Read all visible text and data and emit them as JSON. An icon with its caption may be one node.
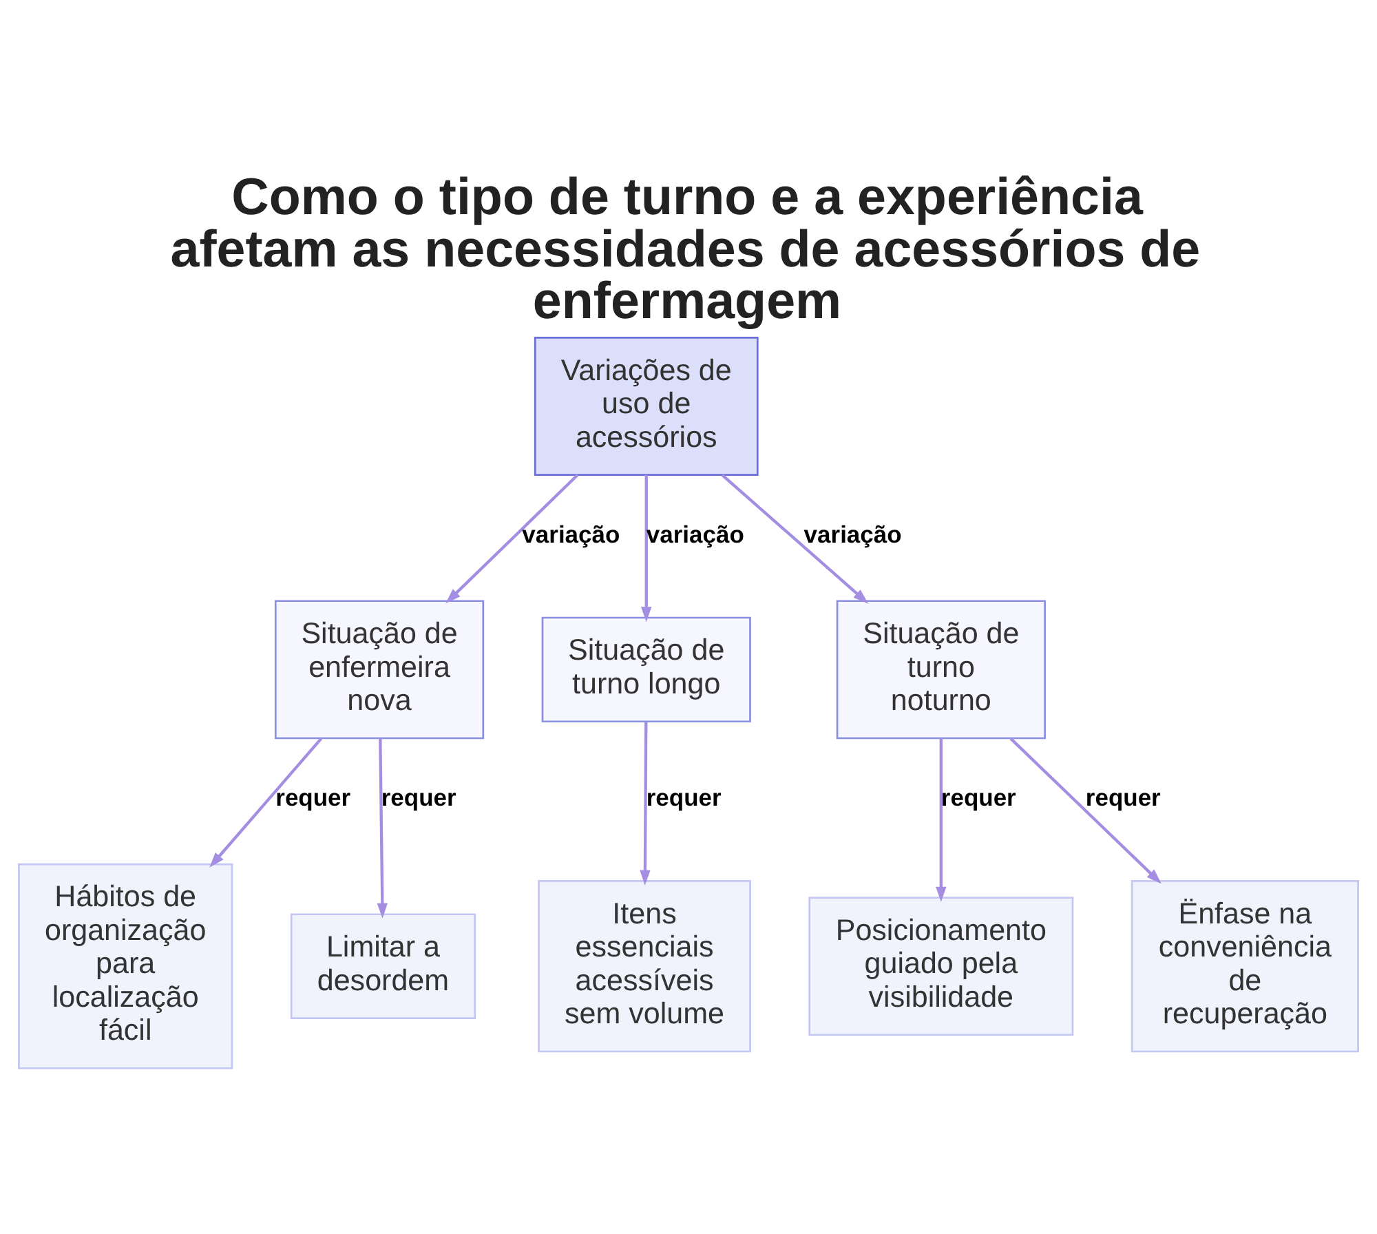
{
  "diagram": {
    "title": "Como o tipo de turno e a experiência afetam as necessidades de acessórios de enfermagem",
    "nodes": [
      {
        "text": [
          "Variações de uso de acessórios"
        ]
      },
      {
        "text": [
          "Situação de enfermeira nova"
        ]
      },
      {
        "text": [
          "Situação de turno longo"
        ]
      },
      {
        "text": [
          "Situação de turno noturno"
        ]
      },
      {
        "text": [
          "Hábitos de organização para localização fácil"
        ]
      },
      {
        "text": [
          "Limitar a desordem"
        ]
      },
      {
        "text": [
          "Itens essenciais acessíveis sem volume"
        ]
      },
      {
        "text": [
          "Posicionamento guiado pela visibilidade"
        ]
      },
      {
        "text": [
          "Ënfase na conveniência de recuperação"
        ]
      }
    ],
    "edges": [
      {
        "from": 0,
        "to": 1,
        "arrow": "to",
        "label": "variação"
      },
      {
        "from": 0,
        "to": 2,
        "arrow": "to",
        "label": "variação"
      },
      {
        "from": 0,
        "to": 3,
        "arrow": "to",
        "label": "variação"
      },
      {
        "from": 1,
        "to": 4,
        "arrow": "to",
        "label": "requer"
      },
      {
        "from": 1,
        "to": 5,
        "arrow": "to",
        "label": "requer"
      },
      {
        "from": 2,
        "to": 6,
        "arrow": "to",
        "label": "requer"
      },
      {
        "from": 3,
        "to": 7,
        "arrow": "to",
        "label": "requer"
      },
      {
        "from": 3,
        "to": 8,
        "arrow": "to",
        "label": "requer"
      }
    ]
  }
}
